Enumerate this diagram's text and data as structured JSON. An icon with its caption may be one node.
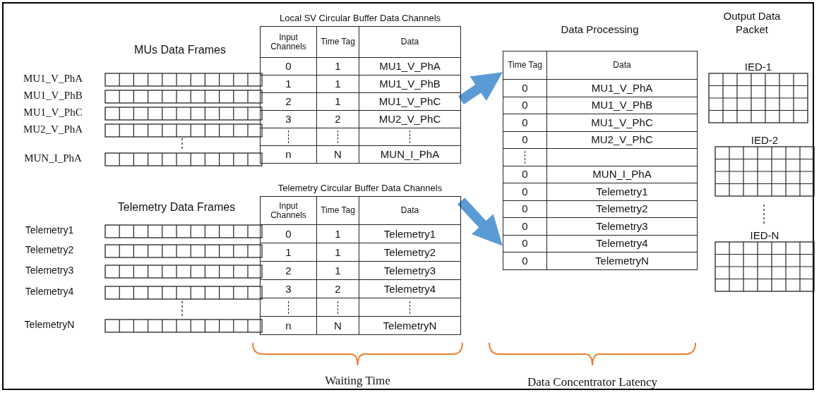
{
  "diagram": {
    "nodes": [
      {
        "text": [
          "Local SV Circular Buffer Data Channels"
        ]
      },
      {
        "text": [
          "Telemetry Circular Buffer Data Channels"
        ]
      },
      {
        "text": [
          "Data Processing"
        ]
      },
      {
        "text": [
          "IED-1"
        ]
      },
      {
        "text": [
          "IED-2"
        ]
      },
      {
        "text": [
          "IED-N"
        ]
      }
    ],
    "edges": [
      {
        "from": 0,
        "to": 2,
        "arrow": "to"
      },
      {
        "from": 1,
        "to": 2,
        "arrow": "to"
      }
    ],
    "labels": [
      "MUs Data Frames",
      "MU1_V_PhA",
      "MU1_V_PhB",
      "MU1_V_PhC",
      "MU2_V_PhA",
      "MUN_I_PhA",
      "Input Channels",
      "Time Tag",
      "Data",
      "0",
      "1",
      "MU1_V_PhA",
      "1",
      "1",
      "MU1_V_PhB",
      "2",
      "1",
      "MU1_V_PhC",
      "3",
      "2",
      "MU2_V_PhC",
      "n",
      "N",
      "MUN_I_PhA",
      "Output Data Packet",
      "Time Tag",
      "Data",
      "0",
      "MU1_V_PhA",
      "0",
      "MU1_V_PhB",
      "0",
      "MU1_V_PhC",
      "0",
      "MU2_V_PhC",
      "0",
      "MUN_I_PhA",
      "0",
      "Telemetry1",
      "0",
      "Telemetry2",
      "0",
      "Telemetry3",
      "0",
      "Telemetry4",
      "0",
      "TelemetryN",
      "Telemetry Data Frames",
      "Telemetry1",
      "Telemetry2",
      "Telemetry3",
      "Telemetry4",
      "TelemetryN",
      "Input Channels",
      "Time Tag",
      "Data",
      "0",
      "1",
      "Telemetry1",
      "1",
      "1",
      "Telemetry2",
      "2",
      "1",
      "Telemetry3",
      "3",
      "2",
      "Telemetry4",
      "n",
      "N",
      "TelemetryN",
      "Waiting Time",
      "Data Concentrator Latency"
    ]
  }
}
